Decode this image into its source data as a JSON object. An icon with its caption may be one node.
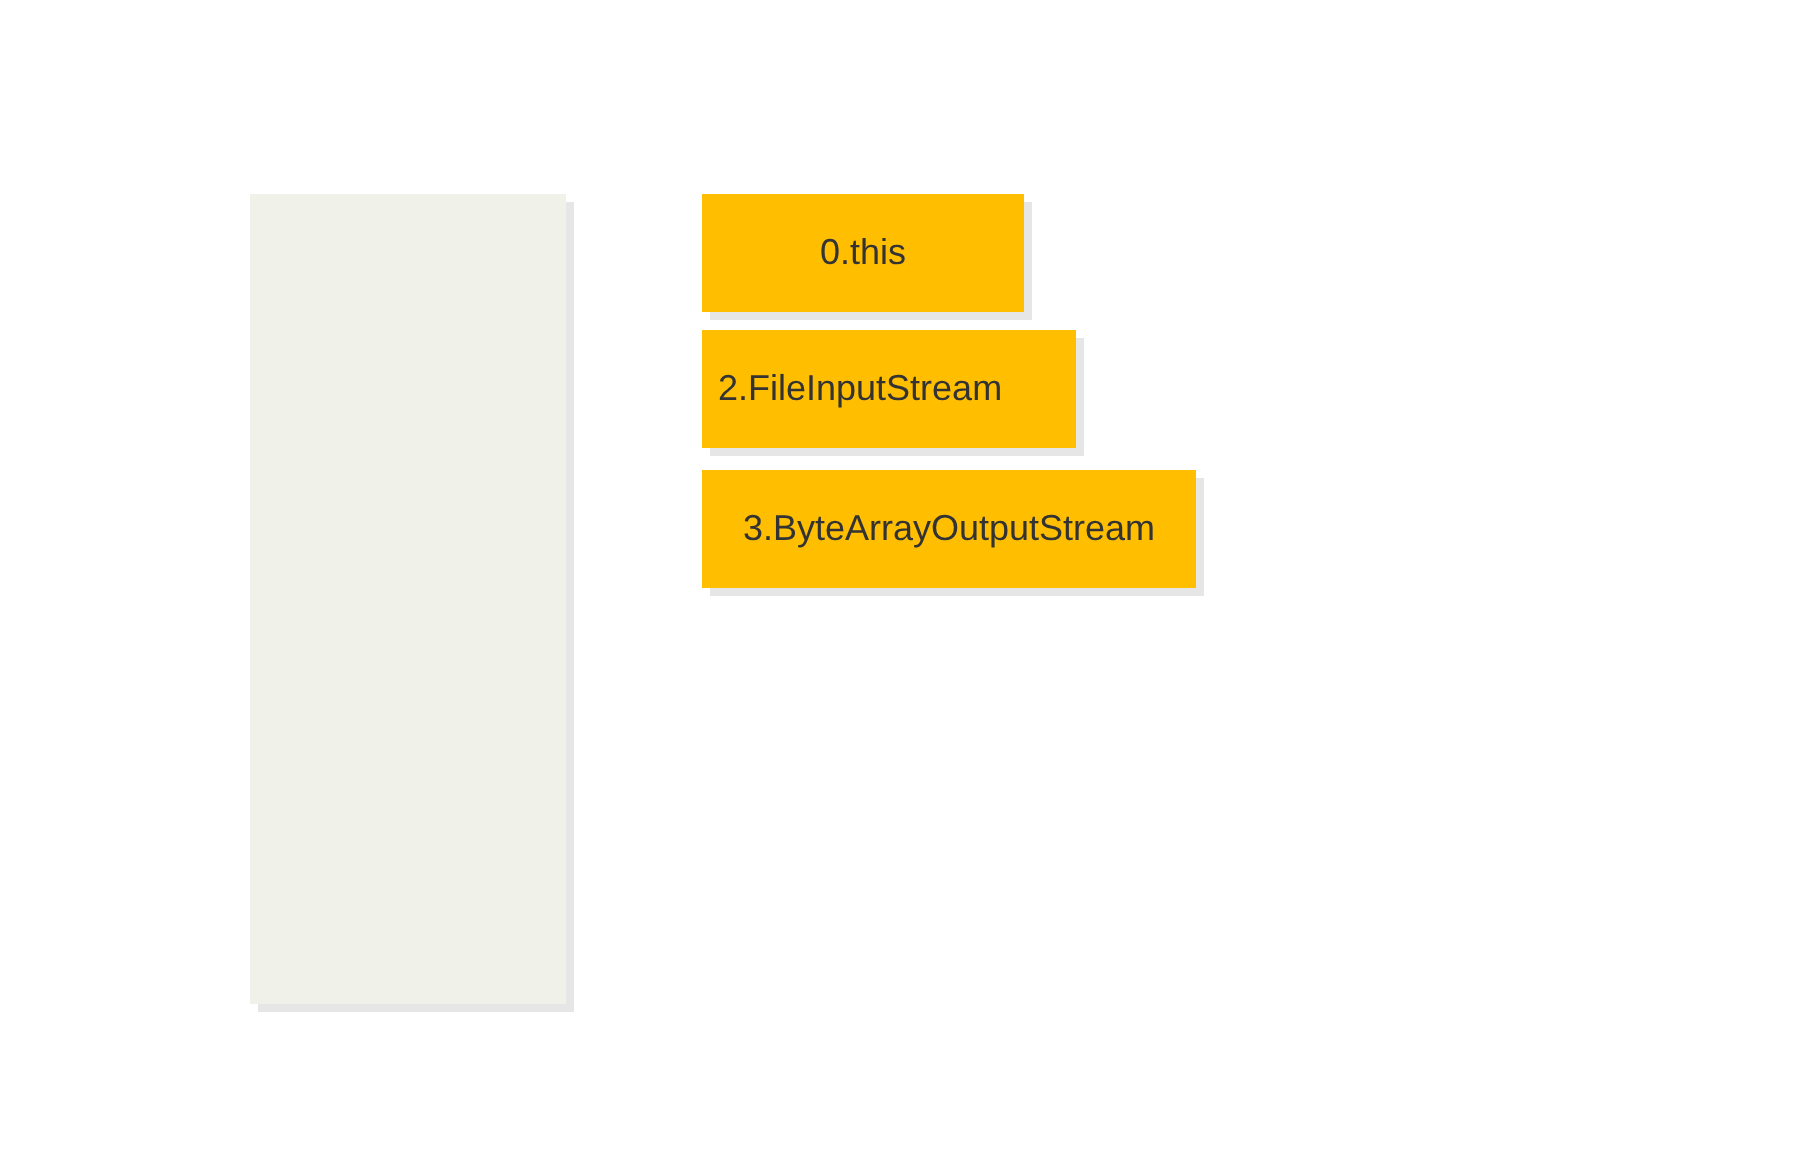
{
  "diagram": {
    "nodes": [
      {
        "text": [],
        "shape": "box"
      },
      {
        "text": [
          "0.this"
        ]
      },
      {
        "text": [
          "2.FileInputStream"
        ]
      },
      {
        "text": [
          "3.ByteArrayOutputStream"
        ]
      }
    ]
  }
}
